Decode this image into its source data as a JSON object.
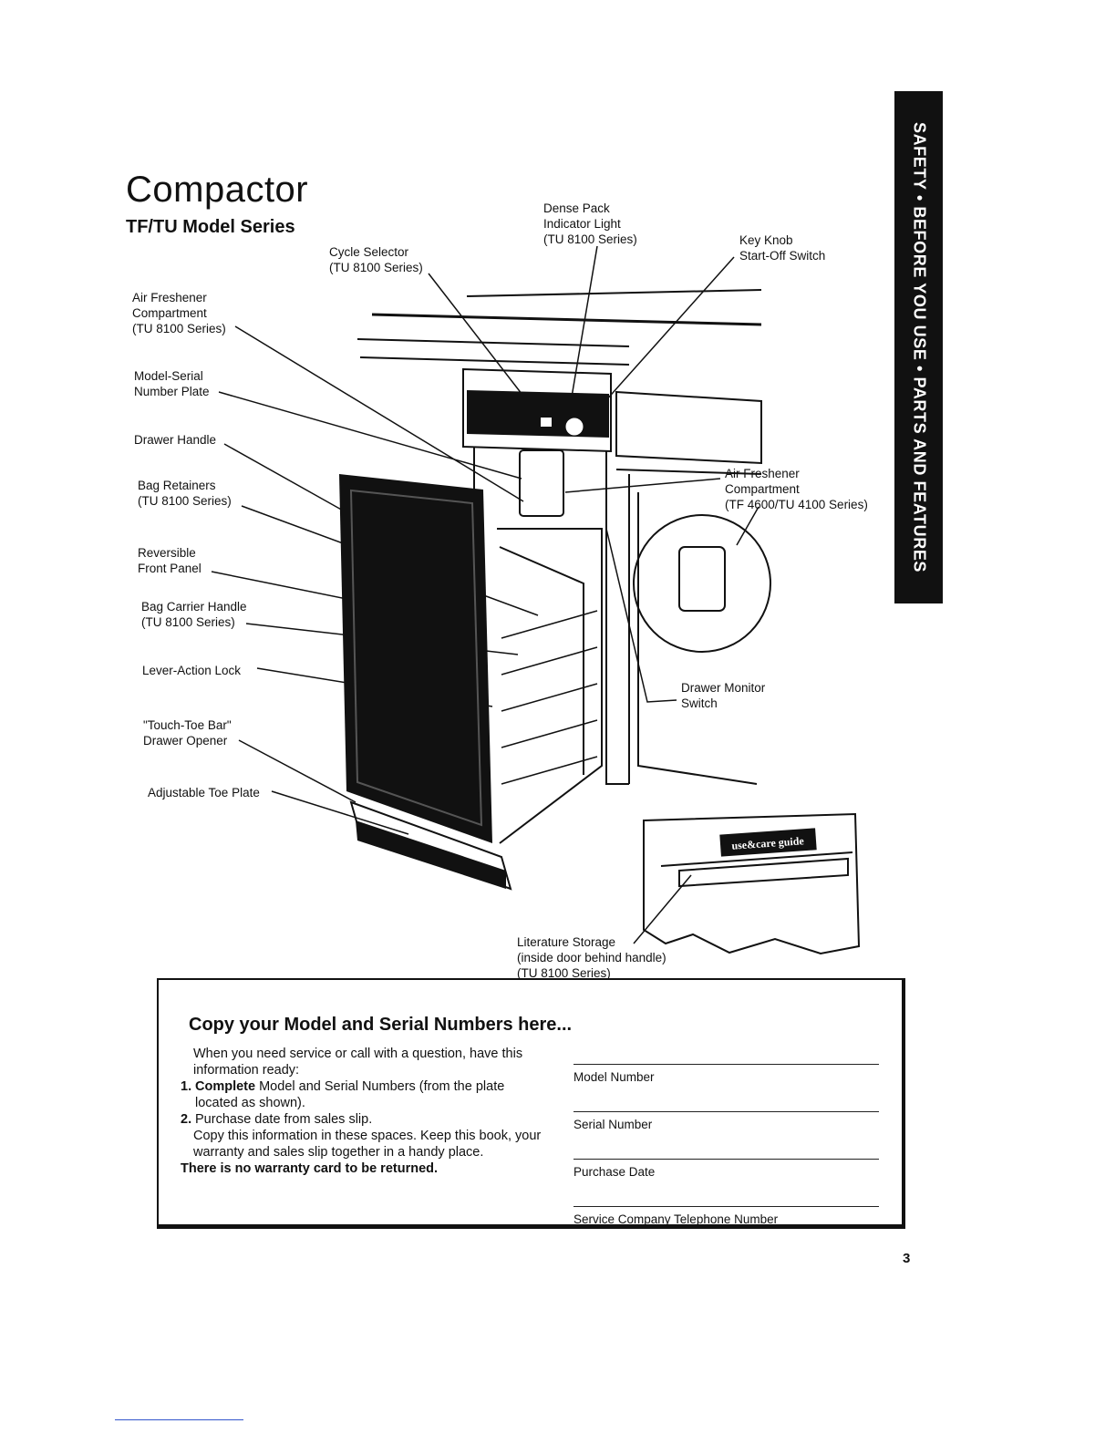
{
  "page": {
    "title": "Compactor",
    "subtitle": "TF/TU Model Series",
    "side_tab": "SAFETY • BEFORE YOU USE • PARTS AND FEATURES",
    "page_number": "3"
  },
  "labels": {
    "air_freshener_top": "Air Freshener\nCompartment\n(TU 8100 Series)",
    "model_serial_plate": "Model-Serial\nNumber Plate",
    "drawer_handle": "Drawer Handle",
    "bag_retainers": "Bag Retainers\n(TU 8100 Series)",
    "reversible_front_panel": "Reversible\nFront Panel",
    "bag_carrier_handle": "Bag Carrier Handle\n(TU 8100 Series)",
    "lever_action_lock": "Lever-Action Lock",
    "touch_toe_bar": "\"Touch-Toe Bar\"\nDrawer Opener",
    "adjustable_toe_plate": "Adjustable Toe Plate",
    "cycle_selector": "Cycle Selector\n(TU 8100 Series)",
    "dense_pack": "Dense Pack\nIndicator Light\n(TU 8100 Series)",
    "key_knob": "Key Knob\nStart-Off Switch",
    "air_freshener_right": "Air Freshener\nCompartment\n(TF 4600/TU 4100 Series)",
    "drawer_monitor": "Drawer Monitor\nSwitch",
    "literature_storage": "Literature Storage\n(inside door behind handle)\n(TU 8100 Series)",
    "use_care_guide": "use&care guide"
  },
  "record_box": {
    "heading": "Copy your Model and Serial Numbers here...",
    "intro": "When you need service or call with a question, have this information ready:",
    "step1_num": "1.",
    "step1_bold": "Complete",
    "step1_rest": " Model and Serial Numbers (from the plate located as shown).",
    "step2_num": "2.",
    "step2": "Purchase date from sales slip.",
    "copy_note": "Copy this information in these spaces. Keep this book, your warranty and sales slip together in a handy place.",
    "no_card": "There is no warranty card to be returned.",
    "fields": [
      "Model Number",
      "Serial Number",
      "Purchase Date",
      "Service Company Telephone Number"
    ]
  }
}
